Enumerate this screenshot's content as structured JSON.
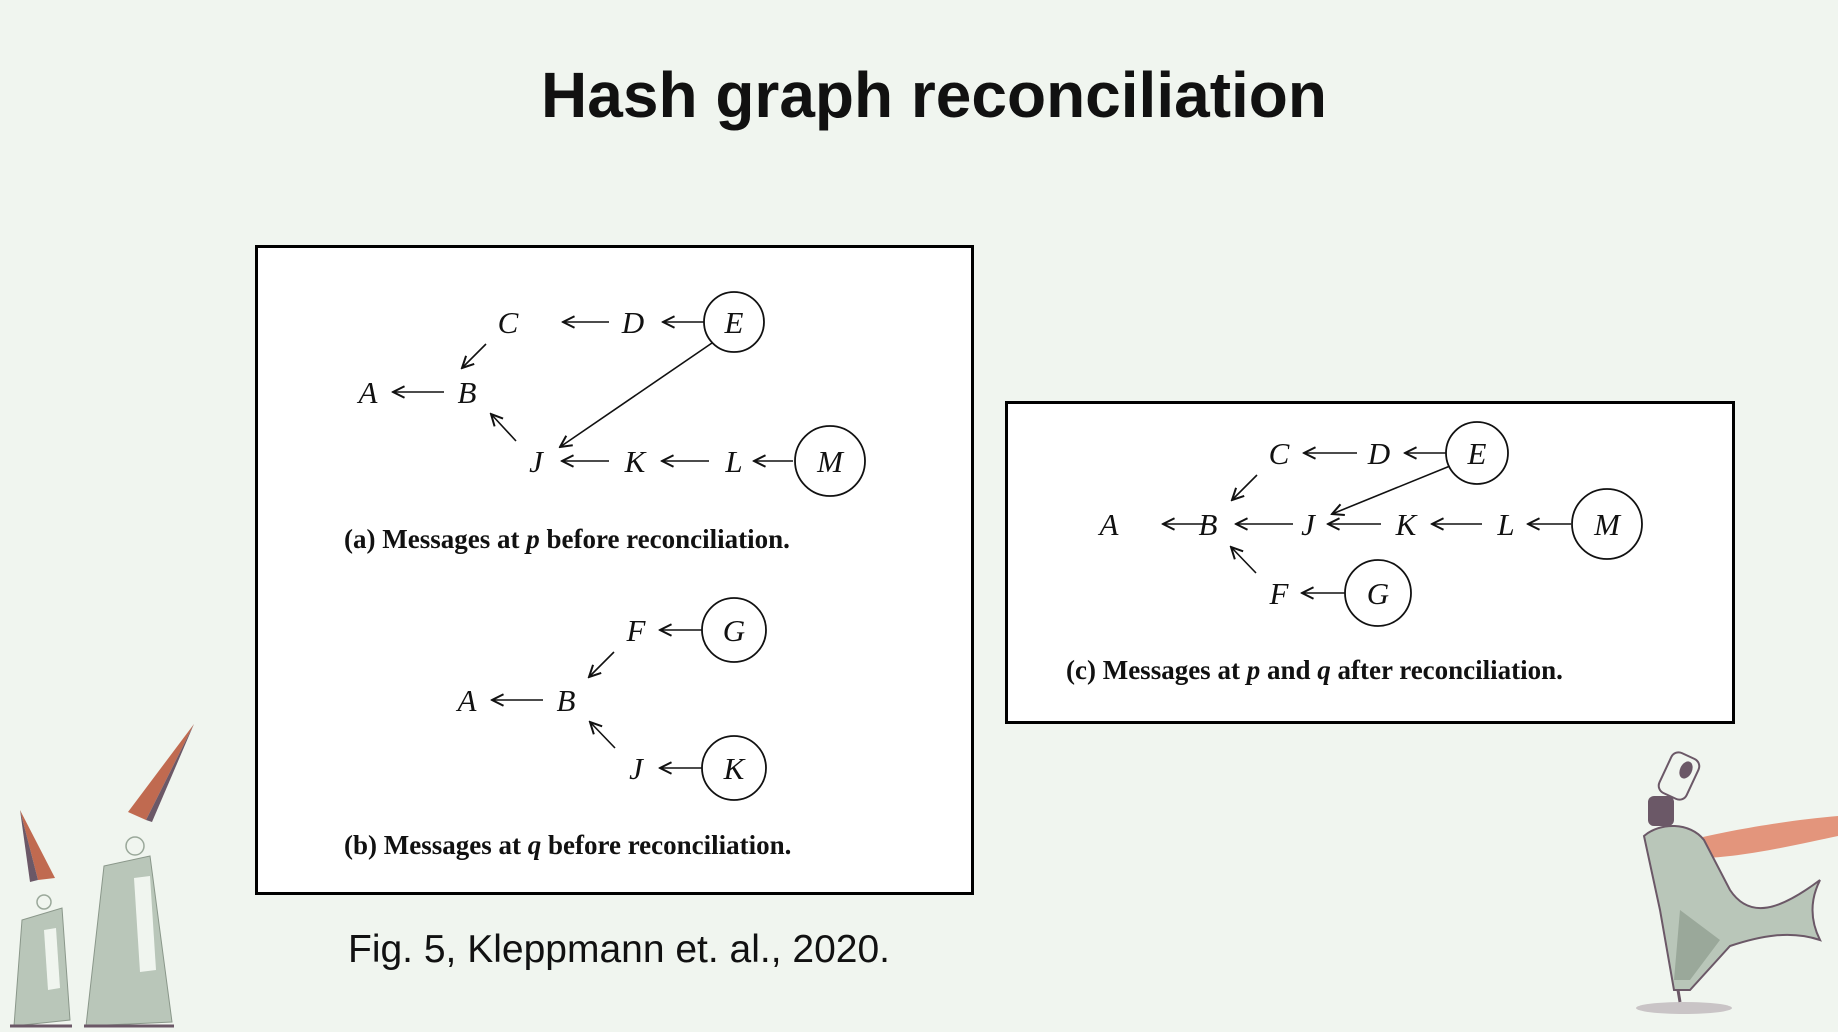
{
  "slide": {
    "title": "Hash graph reconciliation",
    "figure_source": "Fig. 5, Kleppmann et. al., 2020."
  },
  "panels": {
    "a": {
      "caption_prefix": "(a) Messages at ",
      "caption_var": "p",
      "caption_suffix": " before reconciliation.",
      "nodes": {
        "A": "A",
        "B": "B",
        "C": "C",
        "D": "D",
        "E": "E",
        "J": "J",
        "K": "K",
        "L": "L",
        "M": "M"
      }
    },
    "b": {
      "caption_prefix": "(b) Messages at ",
      "caption_var": "q",
      "caption_suffix": " before reconciliation.",
      "nodes": {
        "A": "A",
        "B": "B",
        "F": "F",
        "G": "G",
        "J": "J",
        "K": "K"
      }
    },
    "c": {
      "caption_prefix": "(c) Messages at ",
      "caption_var1": "p",
      "caption_mid": " and ",
      "caption_var2": "q",
      "caption_suffix": " after reconciliation.",
      "nodes": {
        "A": "A",
        "B": "B",
        "C": "C",
        "D": "D",
        "E": "E",
        "F": "F",
        "G": "G",
        "J": "J",
        "K": "K",
        "L": "L",
        "M": "M"
      }
    }
  },
  "colors": {
    "background": "#f0f5ef",
    "deco_green": "#b9c6b9",
    "deco_rust": "#c06a50",
    "deco_purple": "#6b5867"
  }
}
